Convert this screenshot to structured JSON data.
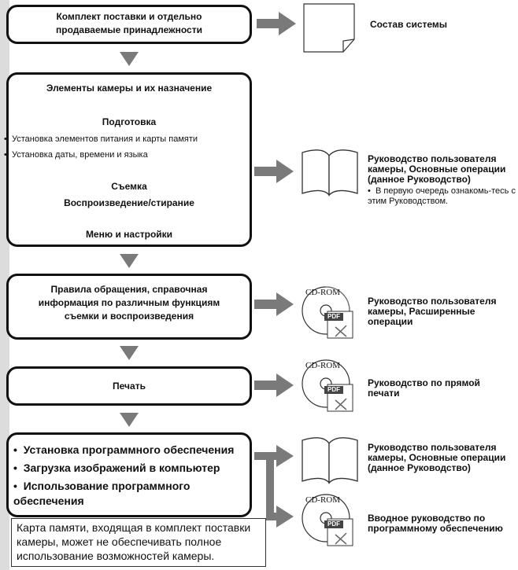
{
  "steps": {
    "kit": "Комплект поставки и отдельно продаваемые принадлежности",
    "camera_parts": "Элементы камеры и их назначение",
    "prep": "Подготовка",
    "prep_item1": "Установка элементов питания и карты памяти",
    "prep_item2": "Установка даты, времени и языка",
    "shoot": "Съемка",
    "playback": "Воспроизведение/стирание",
    "menu": "Меню и настройки",
    "rules": "Правила обращения, справочная информация по различным функциям съемки и воспроизведения",
    "print": "Печать",
    "software_items": [
      "Установка программного обеспечения",
      "Загрузка изображений в компьютер",
      "Использование программного обеспечения"
    ]
  },
  "bullet": "•",
  "docs": {
    "system": "Состав системы",
    "basic": "Руководство пользователя камеры, Основные операции (данное Руководство)",
    "basic_note": "В первую очередь ознакомь-тесь с этим Руководством.",
    "advanced": "Руководство пользователя камеры, Расширенные операции",
    "direct_print": "Руководство по прямой печати",
    "basic2": "Руководство пользователя камеры, Основные операции (данное Руководство)",
    "software_intro": "Вводное руководство по программному обеспечению"
  },
  "cd_label": "CD-ROM",
  "pdf_label": "PDF",
  "note": "Карта памяти, входящая в комплект поставки камеры, может не обеспечивать полное использование возможностей камеры.",
  "colors": {
    "arrow": "#7a7a7a",
    "border": "#111111",
    "strip": "#dcdcdc"
  }
}
